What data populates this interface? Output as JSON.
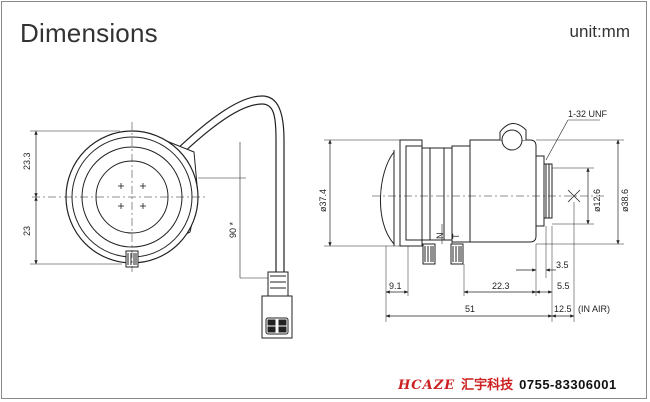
{
  "title": "Dimensions",
  "unit": "unit:mm",
  "front_view": {
    "dim_upper": "23.3",
    "dim_lower": "23",
    "dim_cable": "90 *"
  },
  "side_view": {
    "thread_label": "1-32  UNF",
    "dia_outer": "ø37.4",
    "dia_thread": "ø12.6",
    "dia_mount": "ø38.6",
    "mark_n": "N",
    "mark_t": "T",
    "dim_9_1": "9.1",
    "dim_22_3": "22.3",
    "dim_3_5": "3.5",
    "dim_5_5": "5.5",
    "dim_51": "51",
    "dim_12_5": "12.5",
    "in_air": "(IN AIR)"
  },
  "brand": {
    "logo": "HCAZE",
    "company": "汇宇科技",
    "phone": "0755-83306001"
  }
}
